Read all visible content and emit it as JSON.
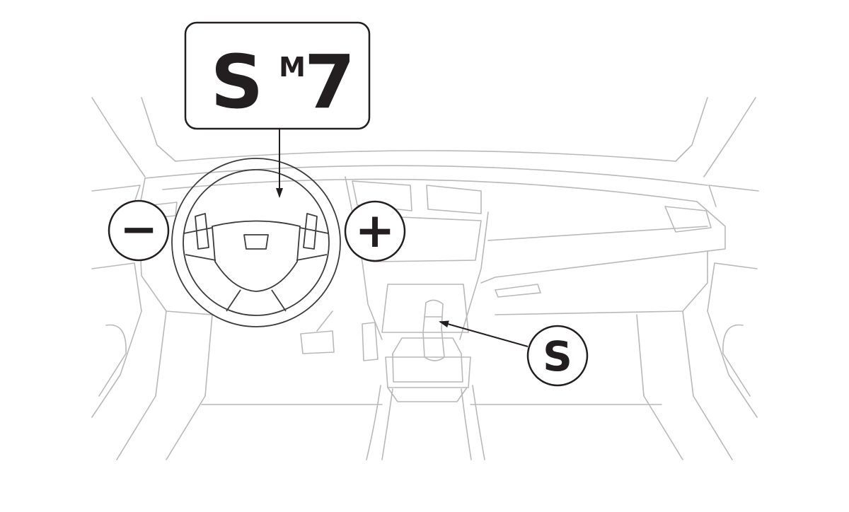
{
  "display_panel": {
    "main_char": "S",
    "mode_char": "M",
    "gear_char": "7"
  },
  "callouts": {
    "minus_symbol": "−",
    "plus_symbol": "+",
    "shift_position": "S"
  },
  "colors": {
    "ink": "#231f20",
    "interior_lines": "#b9b9b9",
    "background": "#ffffff"
  }
}
